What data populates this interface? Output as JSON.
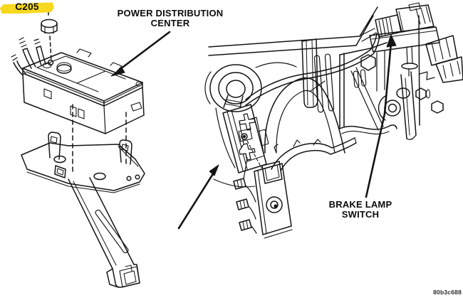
{
  "figure": {
    "background_color": "#ffffff",
    "line_color": "#141414",
    "highlight_color": "#f6d81e",
    "code": "80b3c688"
  },
  "labels": {
    "power_distribution_center": {
      "lines": [
        "POWER DISTRIBUTION",
        "CENTER"
      ]
    },
    "brake_lamp_switch": {
      "lines": [
        "BRAKE LAMP",
        "SWITCH"
      ]
    },
    "connector": {
      "text": "C205"
    }
  }
}
